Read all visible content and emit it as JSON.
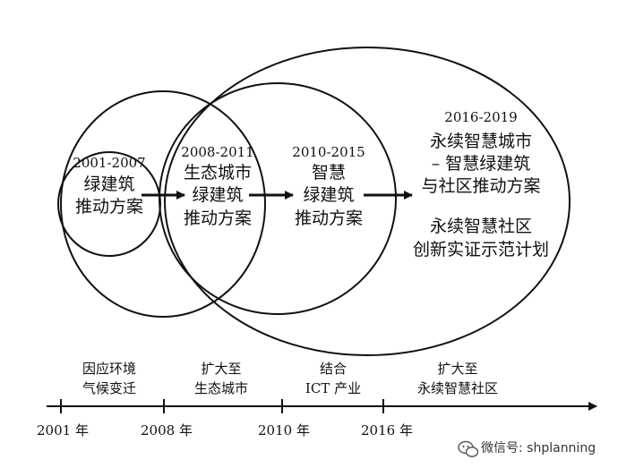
{
  "circles": [
    {
      "years": "2001-2007",
      "lines": [
        "绿建筑",
        "推动方案"
      ]
    },
    {
      "years": "2008-2011",
      "lines": [
        "生态城市",
        "绿建筑",
        "推动方案"
      ]
    },
    {
      "years": "2010-2015",
      "lines": [
        "智慧",
        "绿建筑",
        "推动方案"
      ]
    },
    {
      "years": "2016-2019",
      "lines": [
        "永续智慧城市",
        "– 智慧绿建筑",
        "与社区推动方案"
      ],
      "extra_lines": [
        "永续智慧社区",
        "创新实证示范计划"
      ]
    }
  ],
  "timeline": {
    "ticks": [
      "2001 年",
      "2008 年",
      "2010 年",
      "2016 年"
    ],
    "phases": [
      {
        "lines": [
          "因应环境",
          "气候变迁"
        ]
      },
      {
        "lines": [
          "扩大至",
          "生态城市"
        ]
      },
      {
        "lines": [
          "结合",
          "ICT 产业"
        ]
      },
      {
        "lines": [
          "扩大至",
          "永续智慧社区"
        ]
      }
    ]
  },
  "watermark": {
    "icon": "wechat-icon",
    "text": "微信号: shplanning"
  }
}
